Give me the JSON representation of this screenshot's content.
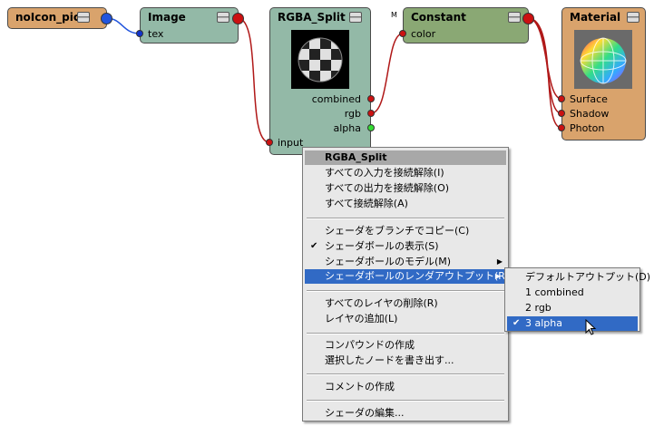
{
  "nodes": {
    "noicon": {
      "title": "noIcon_pic"
    },
    "image": {
      "title": "Image",
      "port_tex": "tex"
    },
    "split": {
      "title": "RGBA_Split",
      "out_combined": "combined",
      "out_rgb": "rgb",
      "out_alpha": "alpha",
      "in_input": "input"
    },
    "constant": {
      "title": "Constant",
      "badge": "M",
      "port_color": "color"
    },
    "material": {
      "title": "Material",
      "port_surface": "Surface",
      "port_shadow": "Shadow",
      "port_photon": "Photon"
    }
  },
  "colors": {
    "noicon_bg": "#d9a36c",
    "image_bg": "#93b9a7",
    "split_bg": "#93b9a7",
    "constant_bg": "#8aa874",
    "material_bg": "#d9a36c",
    "wire_red": "#b01818",
    "wire_blue": "#2255dd",
    "menu_highlight": "#316ac5"
  },
  "menu": {
    "header": "RGBA_Split",
    "items": [
      "すべての入力を接続解除(I)",
      "すべての出力を接続解除(O)",
      "すべて接続解除(A)",
      "シェーダをブランチでコピー(C)",
      "シェーダボールの表示(S)",
      "シェーダボールのモデル(M)",
      "シェーダボールのレンダアウトプット(R)",
      "すべてのレイヤの削除(R)",
      "レイヤの追加(L)",
      "コンパウンドの作成",
      "選択したノードを書き出す...",
      "コメントの作成",
      "シェーダの編集..."
    ],
    "check_mark": "✔",
    "submenu_arrow": "▶"
  },
  "submenu": {
    "items": [
      "デフォルトアウトプット(D)",
      "1 combined",
      "2 rgb",
      "3 alpha"
    ],
    "check_mark": "✔"
  }
}
